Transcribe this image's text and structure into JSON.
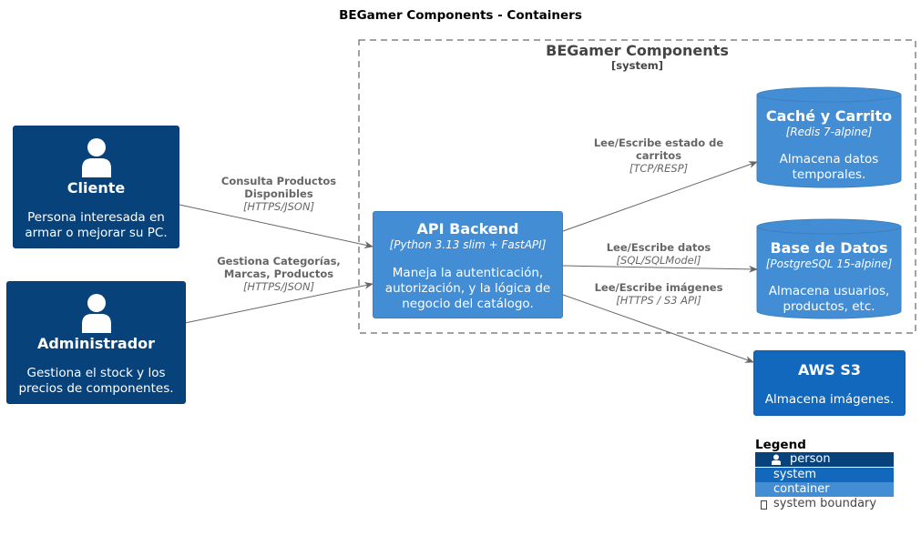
{
  "title": "BEGamer Components - Containers",
  "boundary": {
    "name": "BEGamer Components",
    "type": "[system]"
  },
  "persons": [
    {
      "name": "Cliente",
      "desc_lines": [
        "Persona interesada en",
        "armar o mejorar su PC."
      ]
    },
    {
      "name": "Administrador",
      "desc_lines": [
        "Gestiona el stock y los",
        "precios de componentes."
      ]
    }
  ],
  "containers": [
    {
      "name": "API Backend",
      "tech": "[Python 3.13 slim + FastAPI]",
      "desc_lines": [
        "Maneja la autenticación,",
        "autorización, y la lógica de",
        "negocio del catálogo."
      ]
    }
  ],
  "databases": [
    {
      "name": "Caché y Carrito",
      "tech": "[Redis 7-alpine]",
      "desc_lines": [
        "Almacena datos",
        "temporales."
      ]
    },
    {
      "name": "Base de Datos",
      "tech": "[PostgreSQL 15-alpine]",
      "desc_lines": [
        "Almacena usuarios,",
        "productos, etc."
      ]
    }
  ],
  "systems": [
    {
      "name": "AWS S3",
      "desc": "Almacena imágenes."
    }
  ],
  "relations": [
    {
      "label_lines": [
        "Consulta Productos",
        "Disponibles"
      ],
      "tech": "[HTTPS/JSON]"
    },
    {
      "label_lines": [
        "Gestiona Categorías,",
        "Marcas, Productos"
      ],
      "tech": "[HTTPS/JSON]"
    },
    {
      "label_lines": [
        "Lee/Escribe estado de",
        "carritos"
      ],
      "tech": "[TCP/RESP]"
    },
    {
      "label_lines": [
        "Lee/Escribe datos"
      ],
      "tech": "[SQL/SQLModel]"
    },
    {
      "label_lines": [
        "Lee/Escribe imágenes"
      ],
      "tech": "[HTTPS / S3 API]"
    }
  ],
  "legend": {
    "title": "Legend",
    "items": [
      {
        "label": "person",
        "color": "#08427b"
      },
      {
        "label": "system",
        "color": "#1168bd"
      },
      {
        "label": "container",
        "color": "#438dd5"
      },
      {
        "label": "system boundary",
        "color": "#ffffff"
      }
    ]
  },
  "colors": {
    "person": "#08427b",
    "system": "#1168bd",
    "container": "#438dd5",
    "arrow": "#666666"
  }
}
